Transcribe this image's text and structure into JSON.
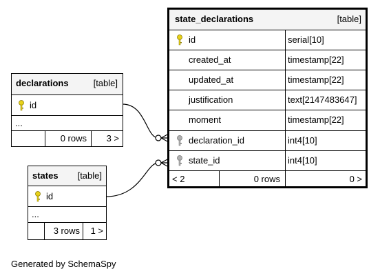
{
  "tables": {
    "state_declarations": {
      "name": "state_declarations",
      "kind": "[table]",
      "columns": [
        {
          "name": "id",
          "type": "serial[10]",
          "key": "primary"
        },
        {
          "name": "created_at",
          "type": "timestamp[22]",
          "key": "none"
        },
        {
          "name": "updated_at",
          "type": "timestamp[22]",
          "key": "none"
        },
        {
          "name": "justification",
          "type": "text[2147483647]",
          "key": "none"
        },
        {
          "name": "moment",
          "type": "timestamp[22]",
          "key": "none"
        },
        {
          "name": "declaration_id",
          "type": "int4[10]",
          "key": "foreign"
        },
        {
          "name": "state_id",
          "type": "int4[10]",
          "key": "foreign"
        }
      ],
      "footer": {
        "parents": "< 2",
        "rows": "0 rows",
        "children": "0 >"
      }
    },
    "declarations": {
      "name": "declarations",
      "kind": "[table]",
      "columns": [
        {
          "name": "id",
          "key": "primary"
        }
      ],
      "more": "...",
      "footer": {
        "parents": "",
        "rows": "0 rows",
        "children": "3 >"
      }
    },
    "states": {
      "name": "states",
      "kind": "[table]",
      "columns": [
        {
          "name": "id",
          "key": "primary"
        }
      ],
      "more": "...",
      "footer": {
        "parents": "",
        "rows": "3 rows",
        "children": "1 >"
      }
    }
  },
  "relationships": [
    {
      "from": "declarations.id",
      "to": "state_declarations.declaration_id"
    },
    {
      "from": "states.id",
      "to": "state_declarations.state_id"
    }
  ],
  "colors": {
    "primary_key": "#e8d21a",
    "foreign_key": "#b0b0b0",
    "header_bg": "#f4f4f4"
  },
  "caption": "Generated by SchemaSpy"
}
